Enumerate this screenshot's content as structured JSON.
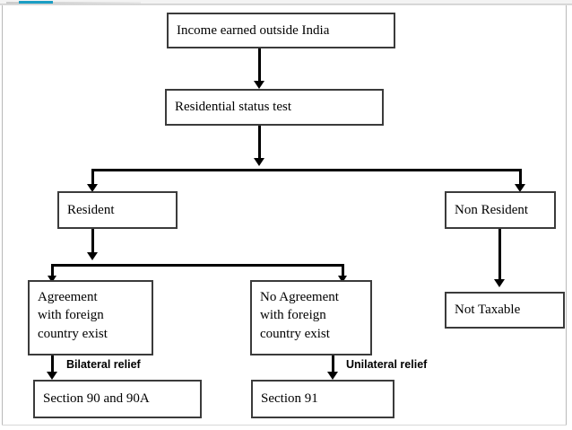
{
  "slide": {
    "accent_color": "#1b9ec4",
    "frame_color": "#b9b9b9",
    "background": "#ffffff"
  },
  "diagram": {
    "type": "flowchart",
    "title": "Income earned outside India",
    "nodes": [
      {
        "id": "income",
        "label": "Income earned outside India"
      },
      {
        "id": "status-test",
        "label": "Residential status test"
      },
      {
        "id": "resident",
        "label": "Resident"
      },
      {
        "id": "non-resident",
        "label": "Non Resident"
      },
      {
        "id": "agreement",
        "label": "Agreement\nwith foreign\ncountry exist"
      },
      {
        "id": "no-agreement",
        "label": "No Agreement\nwith foreign\ncountry exist"
      },
      {
        "id": "not-taxable",
        "label": "Not Taxable"
      },
      {
        "id": "section-90",
        "label": "Section 90 and 90A"
      },
      {
        "id": "section-91",
        "label": "Section 91"
      }
    ],
    "edge_labels": [
      {
        "id": "bilateral",
        "label": "Bilateral relief"
      },
      {
        "id": "unilateral",
        "label": "Unilateral relief"
      }
    ]
  }
}
